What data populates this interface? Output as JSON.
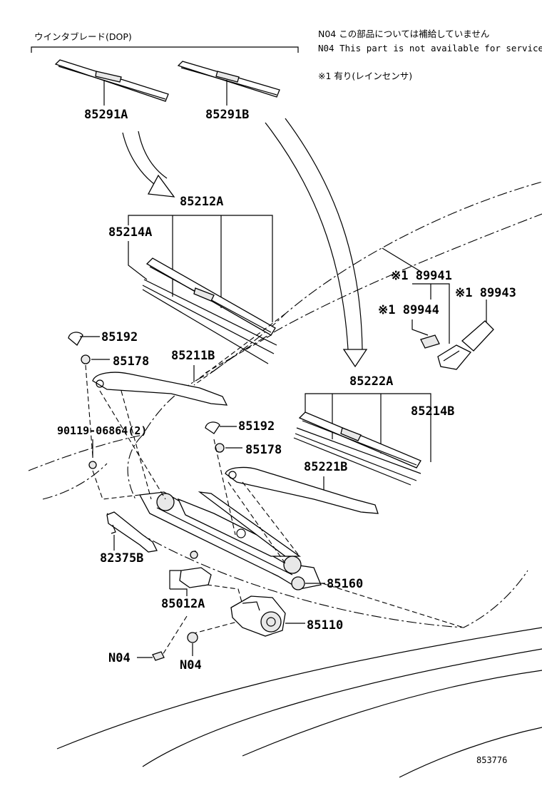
{
  "header": {
    "blade_group_label": "ウインタブレード(DOP)",
    "note_jp": "N04 この部品については補給していません",
    "note_en": "N04 This part is not available for service",
    "sensor_note": "※1 有り(レインセンサ)"
  },
  "parts": {
    "p85291A": "85291A",
    "p85291B": "85291B",
    "p85212A": "85212A",
    "p85214A": "85214A",
    "p85192a": "85192",
    "p85178a": "85178",
    "p85211B": "85211B",
    "p90119": "90119-06864(2)",
    "p85192b": "85192",
    "p85178b": "85178",
    "p85222A": "85222A",
    "p85214B": "85214B",
    "p85221B": "85221B",
    "p89941": "※1 89941",
    "p89944": "※1 89944",
    "p89943": "※1 89943",
    "p82375B": "82375B",
    "p85160": "85160",
    "p85012A": "85012A",
    "p85110": "85110",
    "pN04a": "N04",
    "pN04b": "N04"
  },
  "footer": {
    "ref_number": "853776"
  }
}
